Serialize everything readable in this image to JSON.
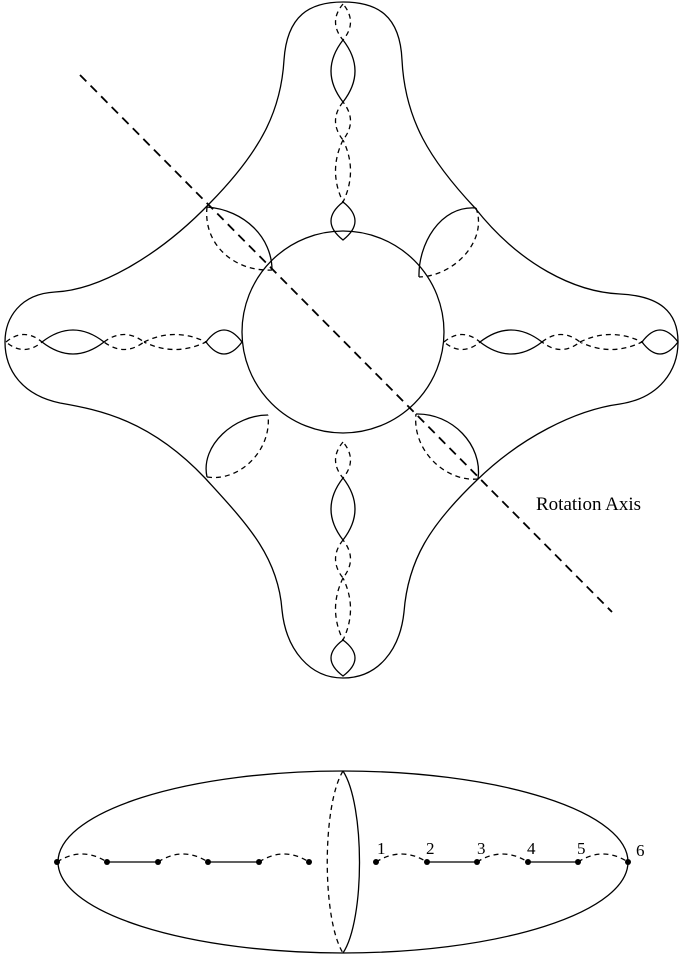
{
  "top_figure": {
    "rotation_axis_label": "Rotation Axis"
  },
  "bottom_figure": {
    "point_labels": [
      "1",
      "2",
      "3",
      "4",
      "5",
      "6"
    ]
  }
}
